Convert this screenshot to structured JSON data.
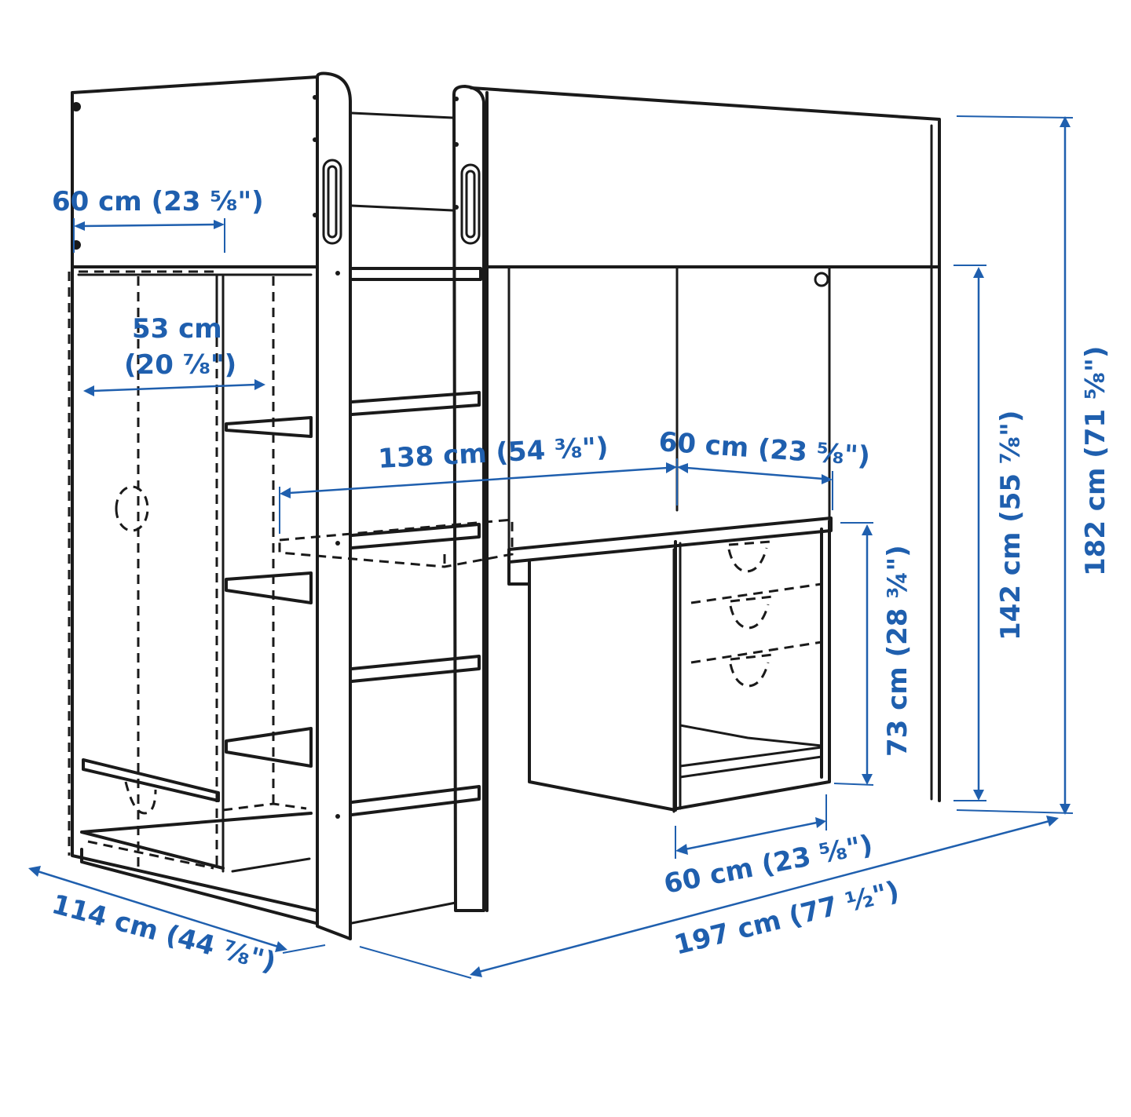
{
  "dimensions": {
    "top_left_width": "60 cm (23 ⅝\")",
    "wardrobe_inner_width_cm": "53 cm",
    "wardrobe_inner_width_in": "(20 ⅞\")",
    "desk_extension_length": "138 cm (54 ⅜\")",
    "desk_depth_top": "60 cm (23 ⅝\")",
    "desk_height": "73 cm (28 ¾\")",
    "under_bed_height": "142 cm (55 ⅞\")",
    "total_height": "182 cm (71 ⅝\")",
    "desk_depth_bottom": "60 cm (23 ⅝\")",
    "total_depth": "114 cm (44 ⅞\")",
    "total_length": "197 cm (77 ½\")"
  },
  "colors": {
    "dimension": "#1f5fae",
    "line": "#1a1a1a",
    "background": "#ffffff"
  }
}
